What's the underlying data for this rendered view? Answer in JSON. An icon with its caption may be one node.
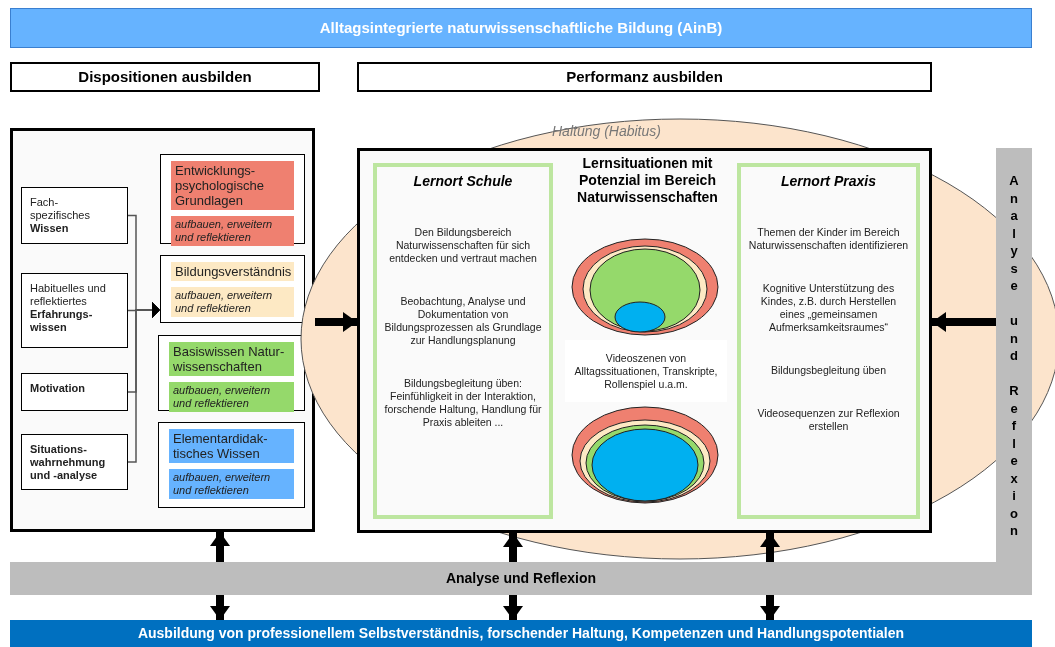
{
  "diagram": {
    "title": "Alltagsintegrierte naturwissenschaftliche Bildung (AinB)",
    "nodes": [
      {
        "text": [
          "Dispositionen ausbilden"
        ]
      },
      {
        "text": [
          "Performanz ausbilden"
        ]
      },
      {
        "text": [],
        "shape": "box"
      },
      {
        "text": [
          "Fach- spezifisches **Wissen**"
        ],
        "in": 2
      },
      {
        "text": [
          "Habituelles und reflektiertes **Erfahrungs- wissen**"
        ],
        "in": 2
      },
      {
        "text": [
          "Motivation"
        ],
        "in": 2
      },
      {
        "text": [
          "Situations- wahrnehmung und -analyse"
        ],
        "in": 2
      },
      {
        "text": [
          "Entwicklungs- psychologische Grundlagen",
          "aufbauen, erweitern und reflektieren"
        ],
        "in": 2
      },
      {
        "text": [
          "Bildungsverständnis",
          "aufbauen, erweitern und reflektieren"
        ],
        "in": 2
      },
      {
        "text": [
          "Basiswissen Natur- wissenschaften",
          "aufbauen, erweitern und reflektieren"
        ],
        "in": 2
      },
      {
        "text": [
          "Elementardidak- tisches Wissen",
          "aufbauen, erweitern und reflektieren"
        ],
        "in": 2
      },
      {
        "text": [
          "Haltung (Habitus)"
        ]
      },
      {
        "text": [],
        "shape": "box",
        "in": 11
      },
      {
        "text": [
          "Lernort Schule",
          "Den Bildungsbereich Naturwissenschaften für sich entdecken und vertraut machen",
          "Beobachtung, Analyse und Dokumentation von Bildungsprozessen als Grundlage zur Handlungsplanung",
          "Bildungsbegleitung üben: Feinfühligkeit in der Interaktion, forschende Haltung, Handlung für Praxis ableiten ..."
        ],
        "in": 12
      },
      {
        "text": [
          "Videoszenen von Alltagssituationen, Transkripte, Rollenspiel u.a.m."
        ],
        "in": 12
      },
      {
        "text": [
          "Lernort Praxis",
          "Themen der Kinder im Bereich Naturwissenschaften identifizieren",
          "Kognitive Unterstützung des Kindes, z.B. durch Herstellen eines „gemeinsamen Aufmerksamkeitsraumes“",
          "Bildungsbegleitung üben",
          "Videosequenzen zur Reflexion erstellen"
        ],
        "in": 12
      },
      {
        "text": [
          "Analyse und Reflexion"
        ],
        "in": 11
      },
      {
        "text": [
          "Analyse und Reflexion"
        ]
      },
      {
        "text": [
          "Ausbildung von professionellem Selbstverständnis, forschender Haltung, Kompetenzen und Handlungspotentialen"
        ]
      }
    ],
    "edges": [
      {
        "from": 3,
        "to": 8,
        "arrow": "to"
      },
      {
        "from": 4,
        "to": 8,
        "arrow": "to"
      },
      {
        "from": 5,
        "to": 8,
        "arrow": "to"
      },
      {
        "from": 6,
        "to": 8,
        "arrow": "to"
      },
      {
        "from": 2,
        "to": 12,
        "arrow": "to"
      },
      {
        "from": 16,
        "to": 12,
        "arrow": "to"
      },
      {
        "from": 17,
        "to": 2,
        "arrow": "to"
      },
      {
        "from": 17,
        "to": 12,
        "arrow": "to"
      },
      {
        "from": 17,
        "to": 12,
        "arrow": "to"
      },
      {
        "from": 17,
        "to": 18,
        "arrow": "to"
      },
      {
        "from": 17,
        "to": 18,
        "arrow": "to"
      },
      {
        "from": 17,
        "to": 18,
        "arrow": "to"
      }
    ],
    "labels": [
      "Lernsituationen mit Potenzial im Bereich Naturwissenschaften"
    ]
  }
}
